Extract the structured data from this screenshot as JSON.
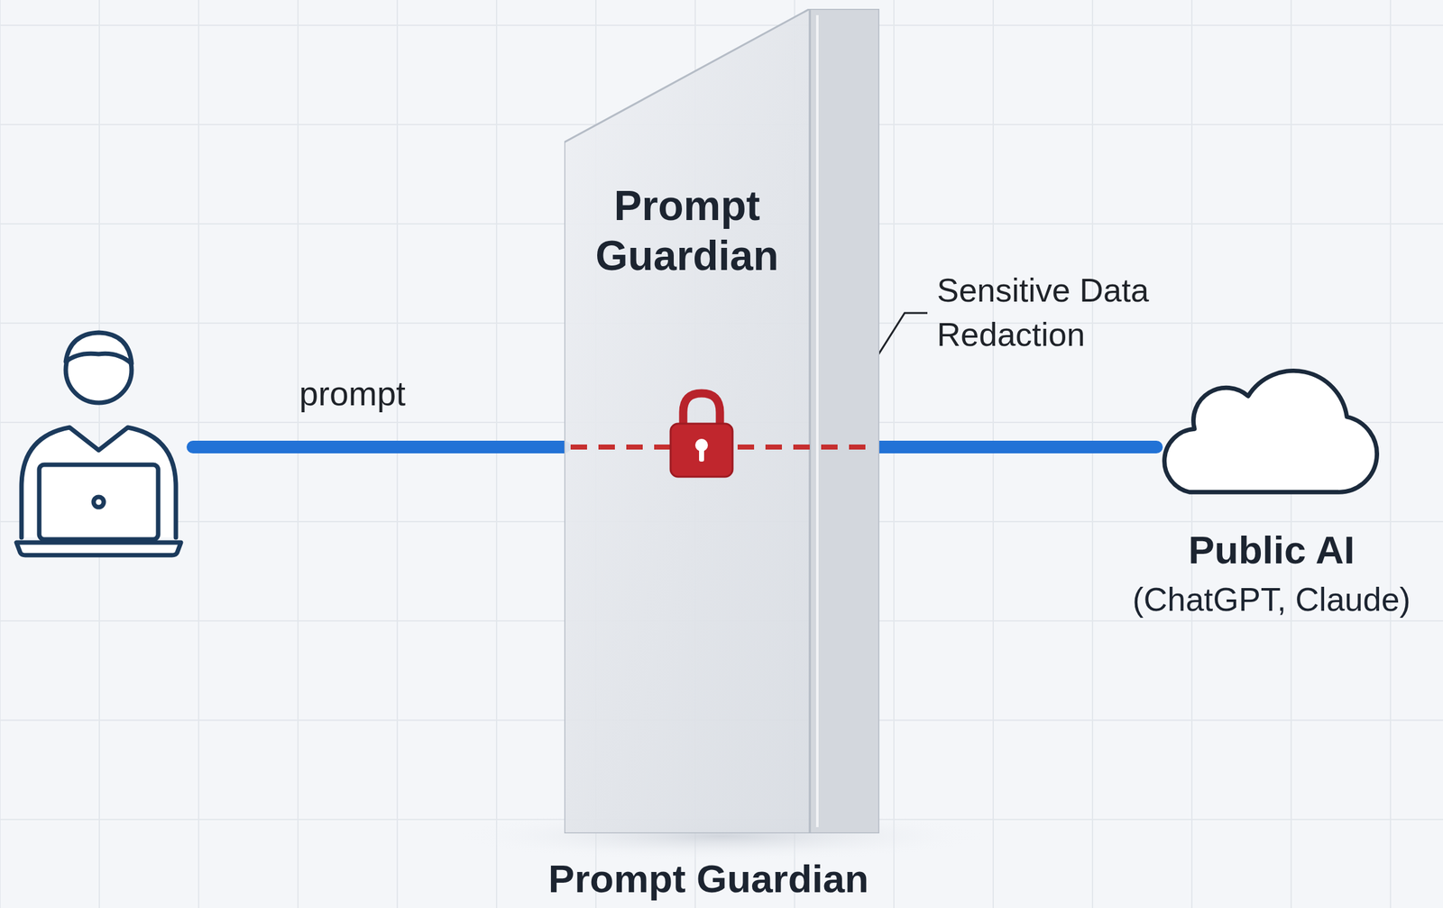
{
  "diagram": {
    "nodes": [
      {
        "text": [
          "Prompt Guardian"
        ]
      },
      {
        "text": [
          "Public AI",
          "(ChatGPT, Claude)"
        ]
      }
    ],
    "edges": [
      {
        "from": 0,
        "to": 1,
        "arrow": "none"
      }
    ],
    "labels": [
      "prompt",
      "Sensitive Data Redaction",
      "Prompt Guardian"
    ]
  }
}
